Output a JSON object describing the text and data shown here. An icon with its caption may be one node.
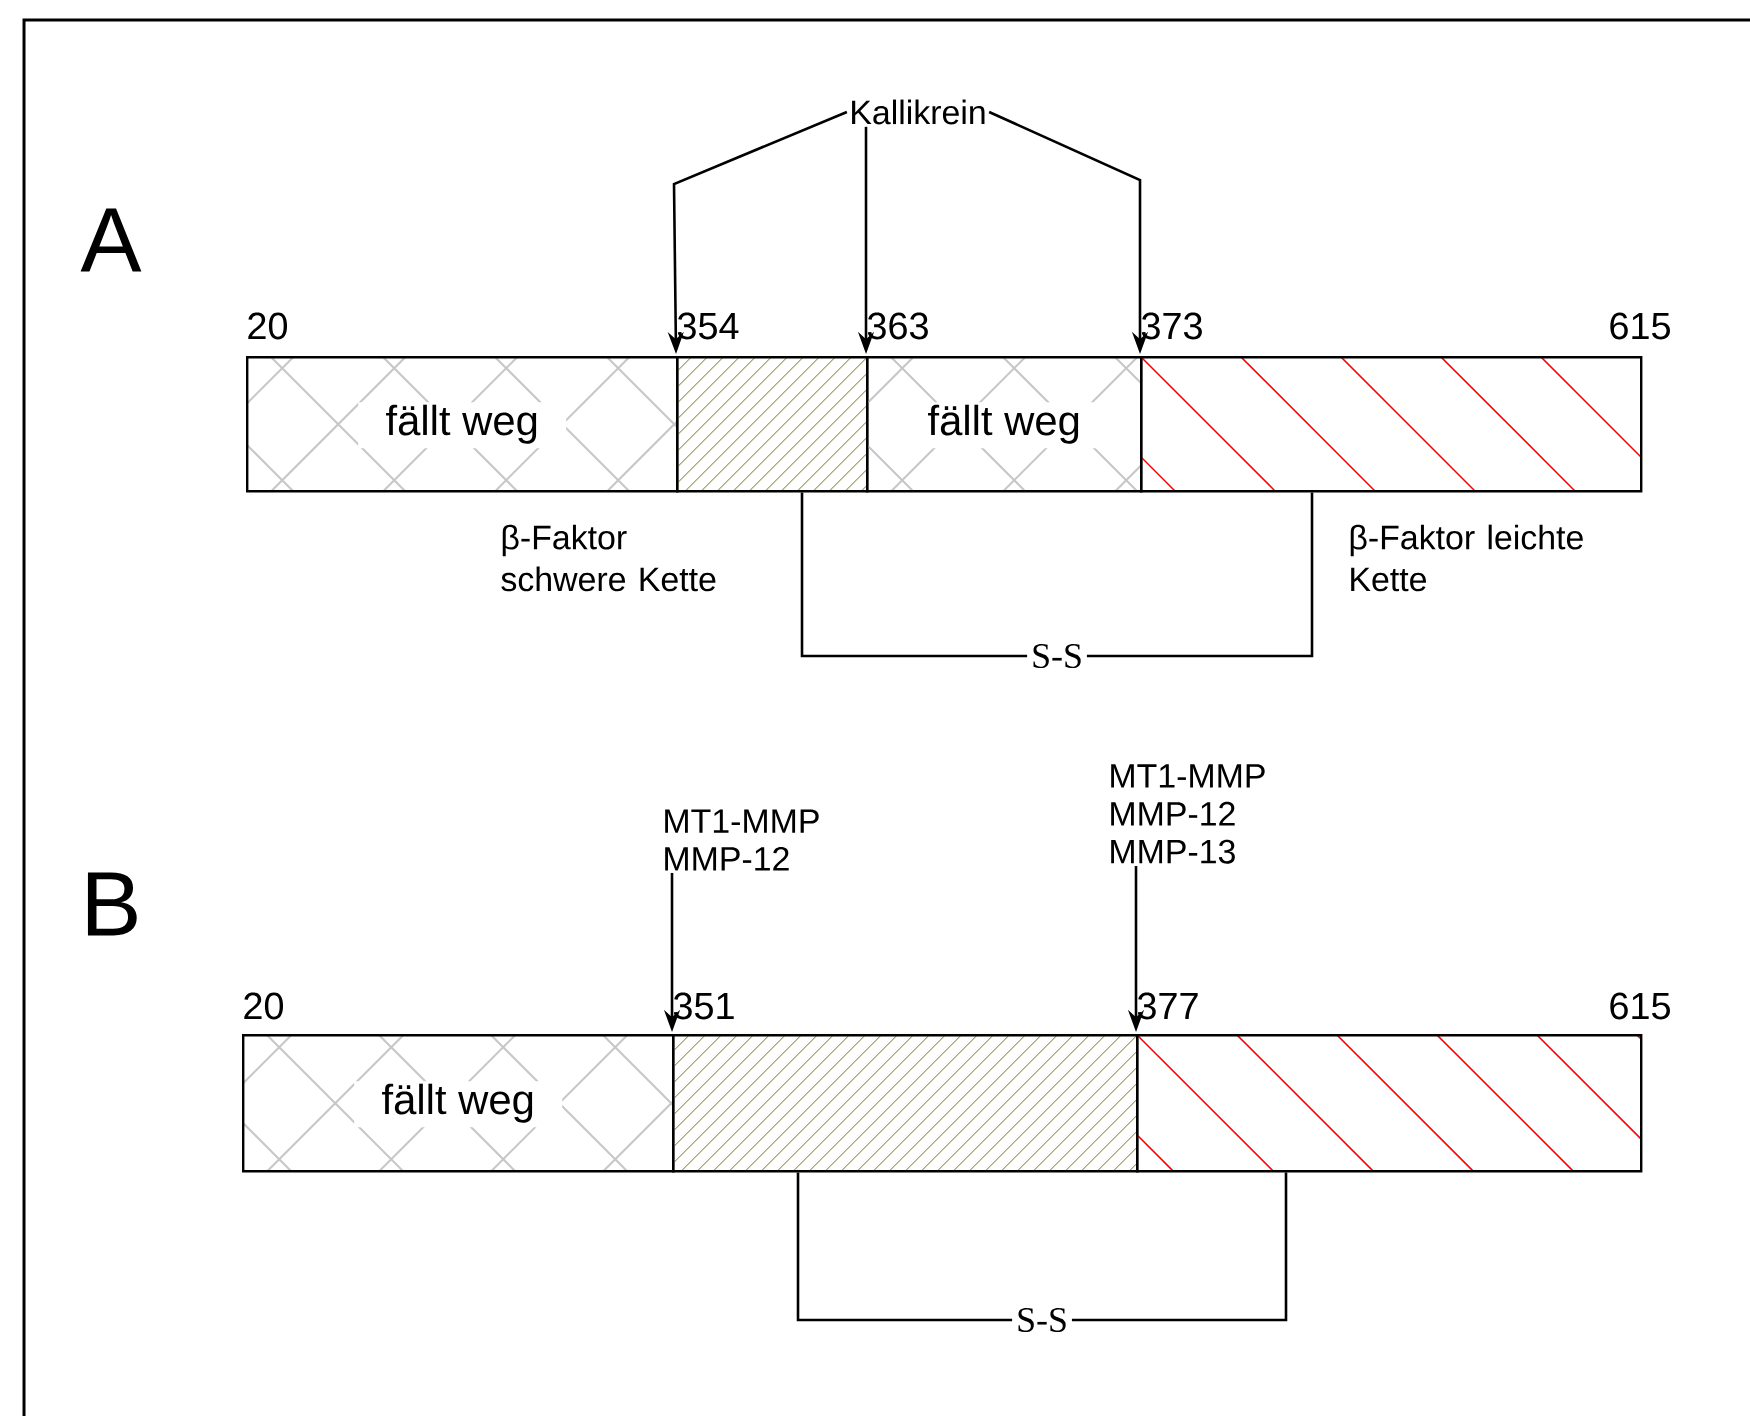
{
  "diagram": {
    "nodes": [
      {
        "text": [
          "Kallikrein"
        ]
      },
      {
        "text": [
          "fällt weg"
        ]
      },
      {
        "text": [],
        "shape": "box"
      },
      {
        "text": [
          "fällt weg"
        ]
      },
      {
        "text": [],
        "shape": "box"
      },
      {
        "text": [
          "MT1-MMP MMP-12"
        ]
      },
      {
        "text": [
          "MT1-MMP MMP-12 MMP-13"
        ]
      },
      {
        "text": [
          "fällt weg"
        ]
      },
      {
        "text": [],
        "shape": "box"
      },
      {
        "text": [],
        "shape": "box"
      }
    ],
    "edges": [
      {
        "from": 0,
        "to": 2,
        "arrow": "to"
      },
      {
        "from": 0,
        "to": 3,
        "arrow": "to"
      },
      {
        "from": 0,
        "to": 4,
        "arrow": "to"
      },
      {
        "from": 2,
        "to": 4,
        "arrow": "none",
        "label": "S-S"
      },
      {
        "from": 5,
        "to": 8,
        "arrow": "to"
      },
      {
        "from": 6,
        "to": 9,
        "arrow": "to"
      },
      {
        "from": 8,
        "to": 9,
        "arrow": "none",
        "label": "S-S"
      }
    ],
    "labels": [
      "A",
      "20",
      "354",
      "363",
      "373",
      "615",
      "β-Faktor schwere Kette",
      "β-Faktor leichte Kette",
      "B",
      "20",
      "351",
      "377",
      "615"
    ]
  }
}
